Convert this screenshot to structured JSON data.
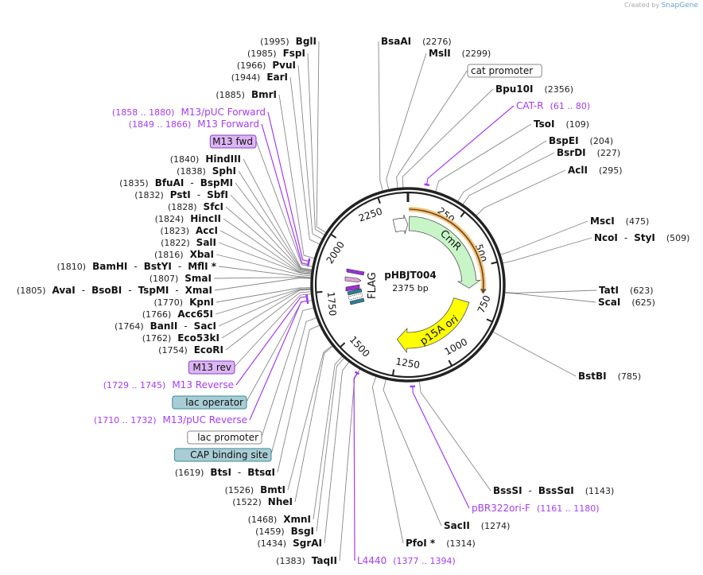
{
  "header": {
    "created_by": "Created by",
    "brand": "SnapGene"
  },
  "plasmid": {
    "name": "pHBJT004",
    "length_label": "2375 bp",
    "total_bp": 2375
  },
  "ticks": [
    "250",
    "500",
    "750",
    "1000",
    "1250",
    "1500",
    "1750",
    "2000",
    "2250"
  ],
  "colors": {
    "primer": "#a43cf0",
    "cmr": "#c8f5c8",
    "p15a_ori": "#ffff00",
    "orange_feature": "#f7c27a",
    "m13_box_fill": "#dcb6f4",
    "m13_box_border": "#8a3fc0",
    "teal_box_fill": "#a9cdd4",
    "teal_box_border": "#3a8a9a",
    "plain_box_border": "#888888"
  },
  "inner_features": {
    "cmr": "CmR",
    "ori": "p15A ori",
    "flag": "FLAG"
  },
  "labels": [
    {
      "type": "enzyme",
      "names": [
        "BglI"
      ],
      "pos": "(1995)",
      "site": 1995
    },
    {
      "type": "enzyme",
      "names": [
        "FspI"
      ],
      "pos": "(1985)",
      "site": 1985
    },
    {
      "type": "enzyme",
      "names": [
        "PvuI"
      ],
      "pos": "(1966)",
      "site": 1966
    },
    {
      "type": "enzyme",
      "names": [
        "EarI"
      ],
      "pos": "(1944)",
      "site": 1944
    },
    {
      "type": "enzyme",
      "names": [
        "BmrI"
      ],
      "pos": "(1885)",
      "site": 1885
    },
    {
      "type": "primer",
      "name": "M13/pUC Forward",
      "pos": "(1858 .. 1880)",
      "site": 1869,
      "start": 1858,
      "end": 1880
    },
    {
      "type": "primer",
      "name": "M13 Forward",
      "pos": "(1849 .. 1866)",
      "site": 1857,
      "start": 1849,
      "end": 1866
    },
    {
      "type": "feature",
      "name": "M13 fwd",
      "style": "m13",
      "site": 1852
    },
    {
      "type": "enzyme",
      "names": [
        "HindIII"
      ],
      "pos": "(1840)",
      "site": 1840
    },
    {
      "type": "enzyme",
      "names": [
        "SphI"
      ],
      "pos": "(1838)",
      "site": 1838
    },
    {
      "type": "enzyme",
      "names": [
        "BfuAI",
        "BspMI"
      ],
      "pos": "(1835)",
      "site": 1835
    },
    {
      "type": "enzyme",
      "names": [
        "PstI",
        "SbfI"
      ],
      "pos": "(1832)",
      "site": 1832
    },
    {
      "type": "enzyme",
      "names": [
        "SfcI"
      ],
      "pos": "(1828)",
      "site": 1828
    },
    {
      "type": "enzyme",
      "names": [
        "HincII"
      ],
      "pos": "(1824)",
      "site": 1824
    },
    {
      "type": "enzyme",
      "names": [
        "AccI"
      ],
      "pos": "(1823)",
      "site": 1823
    },
    {
      "type": "enzyme",
      "names": [
        "SalI"
      ],
      "pos": "(1822)",
      "site": 1822
    },
    {
      "type": "enzyme",
      "names": [
        "XbaI"
      ],
      "pos": "(1816)",
      "site": 1816
    },
    {
      "type": "enzyme",
      "names": [
        "BamHI",
        "BstYI",
        "MflI *"
      ],
      "pos": "(1810)",
      "site": 1810
    },
    {
      "type": "enzyme",
      "names": [
        "SmaI"
      ],
      "pos": "(1807)",
      "site": 1807
    },
    {
      "type": "enzyme",
      "names": [
        "AvaI",
        "BsoBI",
        "TspMI",
        "XmaI"
      ],
      "pos": "(1805)",
      "site": 1805
    },
    {
      "type": "enzyme",
      "names": [
        "KpnI"
      ],
      "pos": "(1770)",
      "site": 1770
    },
    {
      "type": "enzyme",
      "names": [
        "Acc65I"
      ],
      "pos": "(1766)",
      "site": 1766
    },
    {
      "type": "enzyme",
      "names": [
        "BanII",
        "SacI"
      ],
      "pos": "(1764)",
      "site": 1764
    },
    {
      "type": "enzyme",
      "names": [
        "Eco53kI"
      ],
      "pos": "(1762)",
      "site": 1762
    },
    {
      "type": "enzyme",
      "names": [
        "EcoRI"
      ],
      "pos": "(1754)",
      "site": 1754
    },
    {
      "type": "feature",
      "name": "M13 rev",
      "style": "m13",
      "site": 1745
    },
    {
      "type": "primer",
      "name": "M13 Reverse",
      "pos": "(1729 .. 1745)",
      "site": 1737,
      "start": 1729,
      "end": 1745
    },
    {
      "type": "feature",
      "name": "lac operator",
      "style": "teal",
      "site": 1720
    },
    {
      "type": "primer",
      "name": "M13/pUC Reverse",
      "pos": "(1710 .. 1732)",
      "site": 1721,
      "start": 1710,
      "end": 1732
    },
    {
      "type": "feature",
      "name": "lac promoter",
      "style": "plain",
      "site": 1690
    },
    {
      "type": "feature",
      "name": "CAP binding site",
      "style": "teal",
      "site": 1650
    },
    {
      "type": "enzyme",
      "names": [
        "BtsI",
        "BtsαI"
      ],
      "pos": "(1619)",
      "site": 1619
    },
    {
      "type": "enzyme",
      "names": [
        "BmtI"
      ],
      "pos": "(1526)",
      "site": 1526
    },
    {
      "type": "enzyme",
      "names": [
        "NheI"
      ],
      "pos": "(1522)",
      "site": 1522
    },
    {
      "type": "enzyme",
      "names": [
        "XmnI"
      ],
      "pos": "(1468)",
      "site": 1468
    },
    {
      "type": "enzyme",
      "names": [
        "BsgI"
      ],
      "pos": "(1459)",
      "site": 1459
    },
    {
      "type": "enzyme",
      "names": [
        "SgrAI"
      ],
      "pos": "(1434)",
      "site": 1434
    },
    {
      "type": "enzyme",
      "names": [
        "TaqII"
      ],
      "pos": "(1383)",
      "site": 1383
    },
    {
      "type": "primer",
      "name": "L4440",
      "pos": "(1377 .. 1394)",
      "site": 1385,
      "start": 1377,
      "end": 1394
    },
    {
      "type": "enzyme",
      "names": [
        "PfoI *"
      ],
      "pos": "(1314)",
      "site": 1314
    },
    {
      "type": "enzyme",
      "names": [
        "SacII"
      ],
      "pos": "(1274)",
      "site": 1274
    },
    {
      "type": "primer",
      "name": "pBR322ori-F",
      "pos": "(1161 .. 1180)",
      "site": 1170,
      "start": 1161,
      "end": 1180
    },
    {
      "type": "enzyme",
      "names": [
        "BssSI",
        "BssSαI"
      ],
      "pos": "(1143)",
      "site": 1143
    },
    {
      "type": "enzyme",
      "names": [
        "BstBI"
      ],
      "pos": "(785)",
      "site": 785
    },
    {
      "type": "enzyme",
      "names": [
        "ScaI"
      ],
      "pos": "(625)",
      "site": 625
    },
    {
      "type": "enzyme",
      "names": [
        "TatI"
      ],
      "pos": "(623)",
      "site": 623
    },
    {
      "type": "enzyme",
      "names": [
        "NcoI",
        "StyI"
      ],
      "pos": "(509)",
      "site": 509
    },
    {
      "type": "enzyme",
      "names": [
        "MscI"
      ],
      "pos": "(475)",
      "site": 475
    },
    {
      "type": "enzyme",
      "names": [
        "AclI"
      ],
      "pos": "(295)",
      "site": 295
    },
    {
      "type": "enzyme",
      "names": [
        "BsrDI"
      ],
      "pos": "(227)",
      "site": 227
    },
    {
      "type": "enzyme",
      "names": [
        "BspEI"
      ],
      "pos": "(204)",
      "site": 204
    },
    {
      "type": "enzyme",
      "names": [
        "TsoI"
      ],
      "pos": "(109)",
      "site": 109
    },
    {
      "type": "primer",
      "name": "CAT-R",
      "pos": "(61 .. 80)",
      "site": 70,
      "start": 61,
      "end": 80
    },
    {
      "type": "enzyme",
      "names": [
        "Bpu10I"
      ],
      "pos": "(2356)",
      "site": 2356
    },
    {
      "type": "feature",
      "name": "cat promoter",
      "style": "plain",
      "site": 2335
    },
    {
      "type": "enzyme",
      "names": [
        "MslI"
      ],
      "pos": "(2299)",
      "site": 2299
    },
    {
      "type": "enzyme",
      "names": [
        "BsaAI"
      ],
      "pos": "(2276)",
      "site": 2276
    }
  ]
}
